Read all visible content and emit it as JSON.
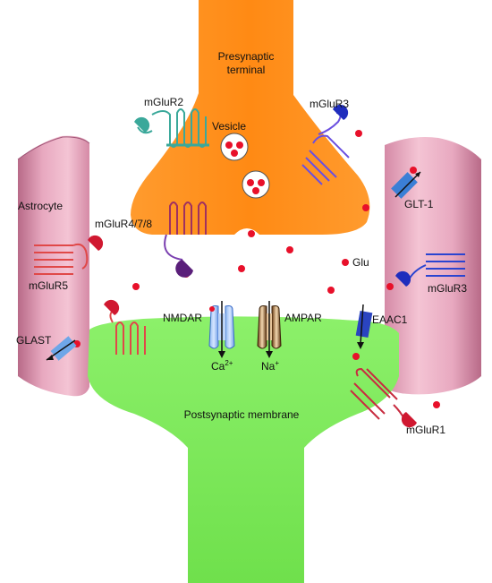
{
  "labels": {
    "presynaptic_line1": "Presynaptic",
    "presynaptic_line2": "terminal",
    "vesicle": "Vesicle",
    "mglur2": "mGluR2",
    "mglur3_pre": "mGluR3",
    "astrocyte": "Astrocyte",
    "mglur478": "mGluR4/7/8",
    "glt1": "GLT-1",
    "mglur5": "mGluR5",
    "glu": "Glu",
    "mglur3_astro": "mGluR3",
    "nmdar": "NMDAR",
    "ampar": "AMPAR",
    "eaac1": "EAAC1",
    "glast": "GLAST",
    "ca_base": "Ca",
    "ca_sup": "2+",
    "na_base": "Na",
    "na_sup": "+",
    "postsynaptic": "Postsynaptic membrane",
    "mglur1": "mGluR1"
  },
  "colors": {
    "presynaptic": "#ff8c1a",
    "postsynaptic": "#7ee85a",
    "astrocyte": "#e8a9c0",
    "glutamate": "#e8102a",
    "mglur2": "#3aa89a",
    "mglur3": "#6a4fe0",
    "mglur478": "#7a3fb0",
    "mglur5": "#e04848",
    "mglur1": "#c82c40",
    "transporter": "#3b7fd6"
  }
}
